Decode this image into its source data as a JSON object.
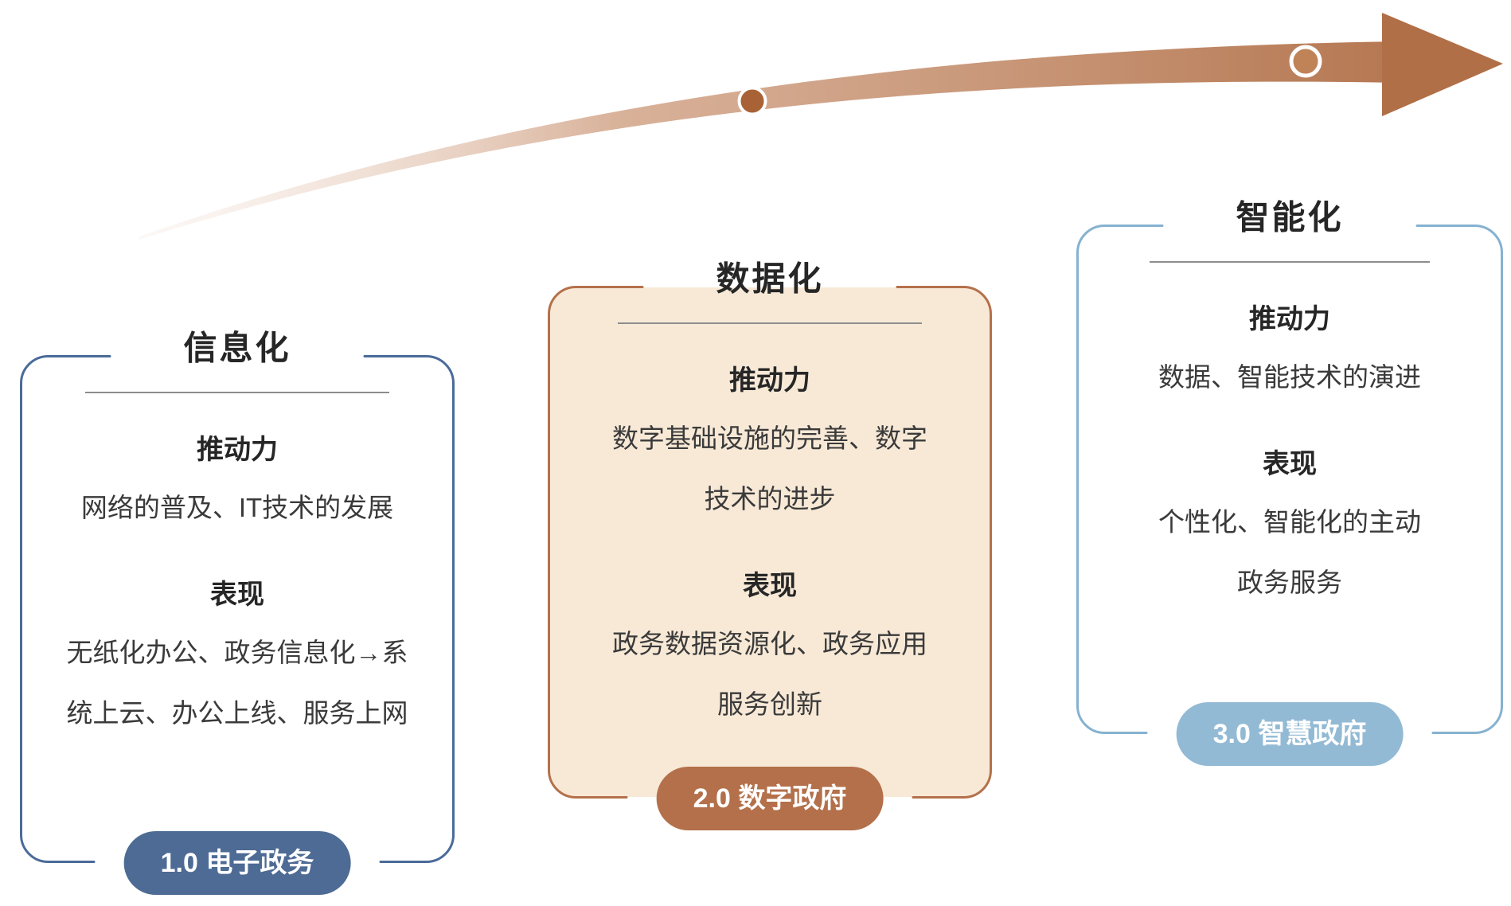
{
  "arrow": {
    "tail_color": "#f0ddd1",
    "mid_color": "#d2a488",
    "head_color": "#b06f47",
    "dot_fill": "#a96236",
    "ring_fill": "#c08257"
  },
  "stages": [
    {
      "title": "信息化",
      "driver_label": "推动力",
      "driver_text": "网络的普及、IT技术的发展",
      "manifestation_label": "表现",
      "manifestation_text": "无纸化办公、政务信息化→系统上云、办公上线、服务上网",
      "badge": "1.0 电子政务",
      "colors": {
        "border": "#4a6b99",
        "badge_bg": "#4d6b94",
        "card_bg": "#ffffff"
      }
    },
    {
      "title": "数据化",
      "driver_label": "推动力",
      "driver_text": "数字基础设施的完善、数字技术的进步",
      "manifestation_label": "表现",
      "manifestation_text": "政务数据资源化、政务应用服务创新",
      "badge": "2.0 数字政府",
      "colors": {
        "border": "#b4714b",
        "badge_bg": "#b3704a",
        "card_bg": "#f8e9d7"
      }
    },
    {
      "title": "智能化",
      "driver_label": "推动力",
      "driver_text": "数据、智能技术的演进",
      "manifestation_label": "表现",
      "manifestation_text": "个性化、智能化的主动政务服务",
      "badge": "3.0 智慧政府",
      "colors": {
        "border": "#85b2d0",
        "badge_bg": "#93bad4",
        "card_bg": "#ffffff"
      }
    }
  ]
}
